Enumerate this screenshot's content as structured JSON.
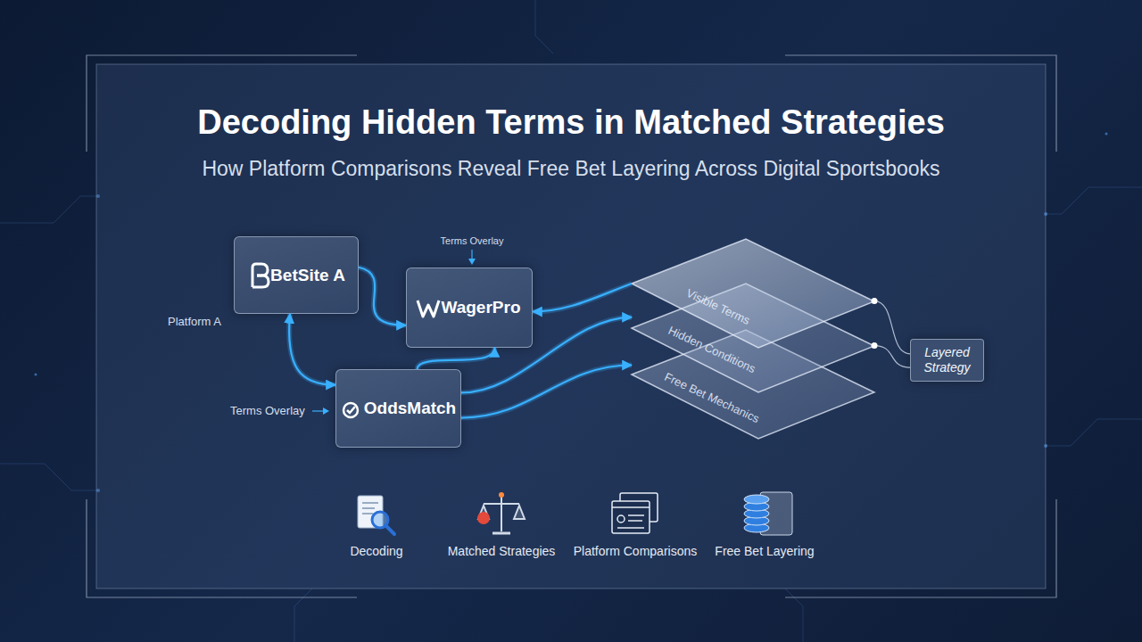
{
  "diagram": {
    "title": "Decoding Hidden Terms in Matched Strategies",
    "nodes": [
      {
        "text": [
          "BetSite A"
        ]
      },
      {
        "text": [
          "WagerPro"
        ]
      },
      {
        "text": [
          "OddsMatch"
        ]
      },
      {
        "text": [
          "Visible Terms"
        ]
      },
      {
        "text": [
          "Hidden Conditions"
        ]
      },
      {
        "text": [
          "Free Bet Mechanics"
        ]
      },
      {
        "text": [
          "Layered Strategy"
        ]
      }
    ],
    "edges": [
      {
        "from": 0,
        "to": 2,
        "arrow": "both"
      },
      {
        "from": 0,
        "to": 1,
        "arrow": "to"
      },
      {
        "from": 2,
        "to": 1,
        "arrow": "to"
      },
      {
        "from": 3,
        "to": 1,
        "arrow": "to"
      },
      {
        "from": 2,
        "to": 3,
        "arrow": "to"
      },
      {
        "from": 2,
        "to": 4,
        "arrow": "to"
      },
      {
        "from": 3,
        "to": 6,
        "arrow": "none"
      },
      {
        "from": 4,
        "to": 6,
        "arrow": "none"
      }
    ],
    "labels": [
      "How Platform Comparisons Reveal Free Bet Layering Across Digital Sportsbooks",
      "Platform A",
      "Terms Overlay",
      "Terms Overlay",
      "Decoding",
      "Matched Strategies",
      "Platform Comparisons",
      "Free Bet Layering"
    ]
  }
}
